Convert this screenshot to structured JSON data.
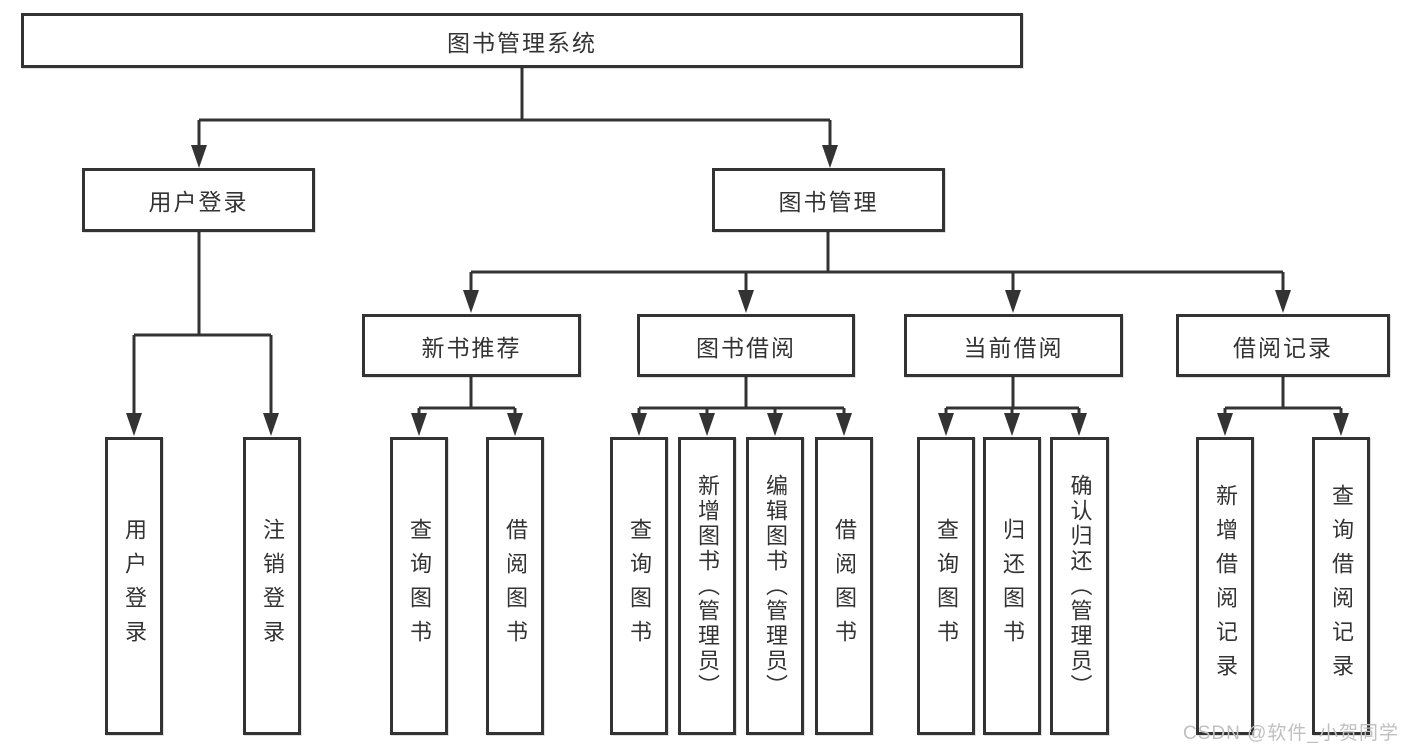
{
  "tree": {
    "root": {
      "label": "图书管理系统",
      "children": [
        {
          "label": "用户登录",
          "children": [
            {
              "label": "用户登录"
            },
            {
              "label": "注销登录"
            }
          ]
        },
        {
          "label": "图书管理",
          "children": [
            {
              "label": "新书推荐",
              "children": [
                {
                  "label": "查询图书"
                },
                {
                  "label": "借阅图书"
                }
              ]
            },
            {
              "label": "图书借阅",
              "children": [
                {
                  "label": "查询图书"
                },
                {
                  "label": "新增图书（管理员）"
                },
                {
                  "label": "编辑图书（管理员）"
                },
                {
                  "label": "借阅图书"
                }
              ]
            },
            {
              "label": "当前借阅",
              "children": [
                {
                  "label": "查询图书"
                },
                {
                  "label": "归还图书"
                },
                {
                  "label": "确认归还（管理员）"
                }
              ]
            },
            {
              "label": "借阅记录",
              "children": [
                {
                  "label": "新增借阅记录"
                },
                {
                  "label": "查询借阅记录"
                }
              ]
            }
          ]
        }
      ]
    }
  },
  "watermark": {
    "text": "CSDN @软件_小贺同学"
  },
  "colors": {
    "line": "#333333",
    "box_border": "#333333",
    "text": "#333333",
    "watermark": "#c0c0c0",
    "background": "#ffffff"
  }
}
